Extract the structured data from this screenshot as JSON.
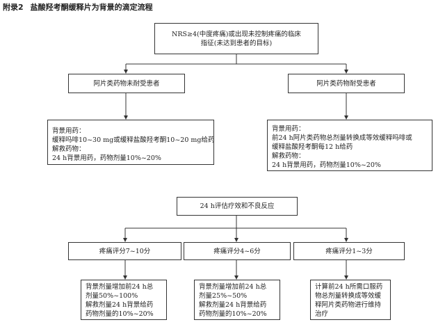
{
  "title": {
    "label": "附录2",
    "text": "盐酸羟考酮缓释片为背景的滴定流程"
  },
  "nodes": {
    "start": [
      "NRS≥4(中度疼痛)或出现未控制疼痛的临床",
      "指征(未达到患者的目标)"
    ],
    "not_tolerant": [
      "阿片类药物未耐受患者"
    ],
    "tolerant": [
      "阿片类药物耐受患者"
    ],
    "not_tolerant_dose": [
      "背景用药：",
      "缓释吗啡10~30 mg或缓释盐酸羟考酮10~20 mg给药",
      "解救药物：",
      "24 h背景用药，药物剂量10%~20%"
    ],
    "tolerant_dose": [
      "背景用药：",
      "前24 h阿片类药物总剂量转换成等效缓释吗啡或",
      "缓释盐酸羟考酮每12 h给药",
      "解救药物：",
      "24 h背景用药，药物剂量10%~20%"
    ],
    "evaluate": [
      "24 h评估疗效和不良反应"
    ],
    "score_high": [
      "疼痛评分7~10分"
    ],
    "score_mid": [
      "疼痛评分4~6分"
    ],
    "score_low": [
      "疼痛评分1~3分"
    ],
    "action_high": [
      "背景剂量增加前24 h总",
      "剂量50%~100%",
      "解救剂量24 h背景给药",
      "药物剂量的10%~20%"
    ],
    "action_mid": [
      "背景剂量增加前24 h总",
      "剂量25%~50%",
      "解救剂量24 h背景给药",
      "药物剂量的10%~20%"
    ],
    "action_low": [
      "计算前24 h所需口服药",
      "物总剂量转换成等效缓",
      "释阿片类药物进行维持",
      "治疗"
    ]
  },
  "colors": {
    "line": "#333333",
    "text": "#222222"
  }
}
